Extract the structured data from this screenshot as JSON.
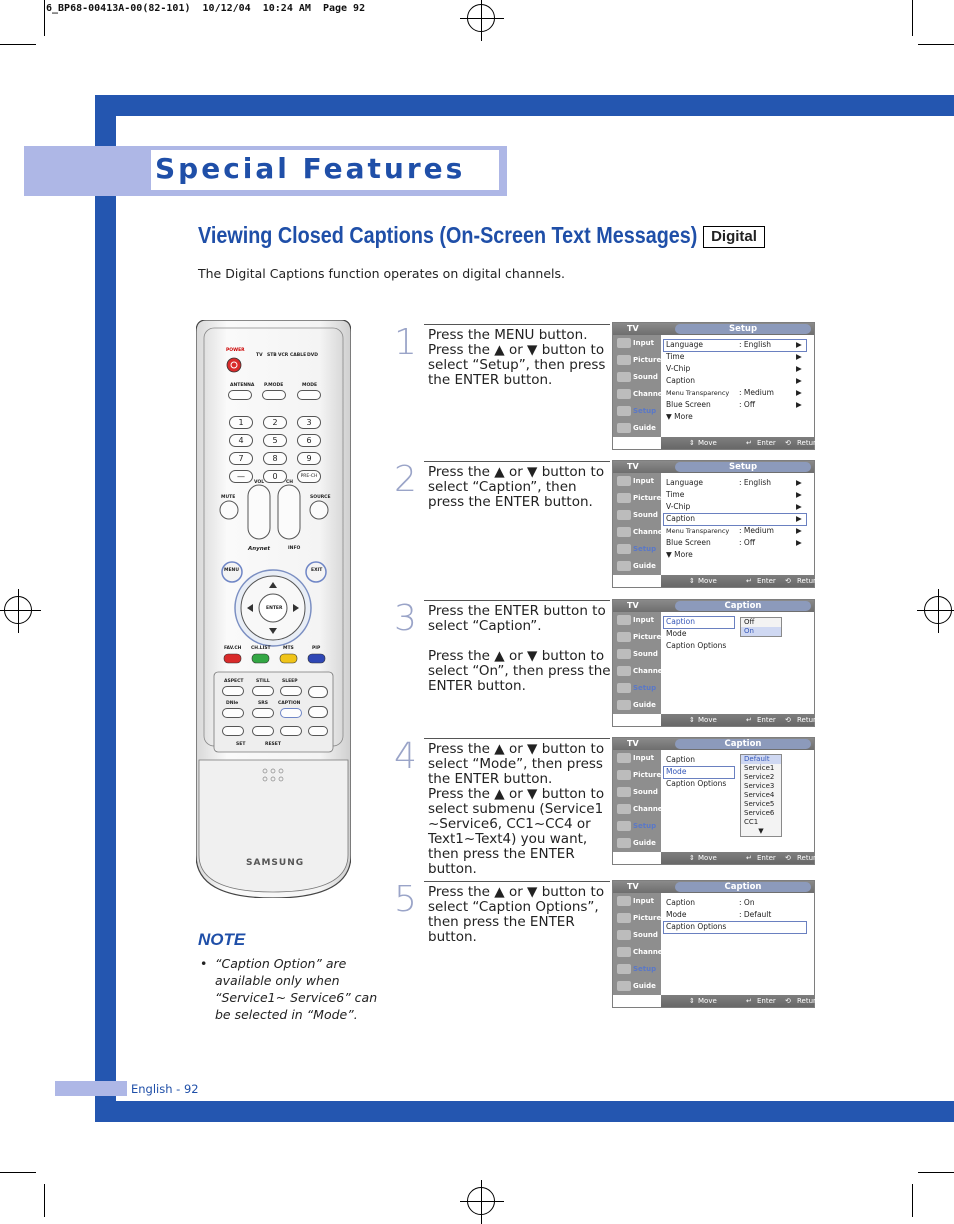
{
  "print_header": "6_BP68-00413A-00(82-101)  10/12/04  10:24 AM  Page 92",
  "section_title": "Special Features",
  "page_title": "Viewing Closed Captions (On-Screen Text Messages)",
  "badge": "Digital",
  "intro": "The Digital Captions function operates on digital channels.",
  "steps": [
    {
      "num": "1",
      "text": "Press the MENU button.\nPress the ▲ or ▼ button to select “Setup”, then press the ENTER button."
    },
    {
      "num": "2",
      "text": "Press the ▲ or ▼ button to select “Caption”, then press the ENTER button."
    },
    {
      "num": "3",
      "text": "Press the ENTER button to select “Caption”.\n\nPress the ▲ or ▼ button to select “On”, then press the ENTER button."
    },
    {
      "num": "4",
      "text": "Press the ▲ or ▼ button to select “Mode”, then press the ENTER button.\nPress the ▲ or ▼ button to select submenu (Service1 ~Service6, CC1~CC4 or Text1~Text4) you want, then press the ENTER button."
    },
    {
      "num": "5",
      "text": "Press the ▲ or ▼ button to select “Caption Options”, then press the ENTER button."
    }
  ],
  "note": {
    "title": "NOTE",
    "bullet": "•",
    "text": "“Caption Option” are available only when “Service1~ Service6” can be selected in “Mode”."
  },
  "osd": {
    "tv": "TV",
    "sidebar": [
      "Input",
      "Picture",
      "Sound",
      "Channel",
      "Setup",
      "Guide"
    ],
    "footer": {
      "move": "Move",
      "enter": "Enter",
      "return": "Return"
    },
    "screens": [
      {
        "title": "Setup",
        "rows": [
          {
            "label": "Language",
            "value": ": English",
            "arrow": "▶"
          },
          {
            "label": "Time",
            "value": "",
            "arrow": "▶"
          },
          {
            "label": "V-Chip",
            "value": "",
            "arrow": "▶"
          },
          {
            "label": "Caption",
            "value": "",
            "arrow": "▶"
          },
          {
            "label": "Menu Transparency",
            "value": ": Medium",
            "arrow": "▶"
          },
          {
            "label": "Blue Screen",
            "value": ": Off",
            "arrow": "▶"
          },
          {
            "label": "▼ More",
            "value": "",
            "arrow": ""
          }
        ]
      },
      {
        "title": "Setup",
        "rows": [
          {
            "label": "Language",
            "value": ": English",
            "arrow": "▶"
          },
          {
            "label": "Time",
            "value": "",
            "arrow": "▶"
          },
          {
            "label": "V-Chip",
            "value": "",
            "arrow": "▶"
          },
          {
            "label": "Caption",
            "value": "",
            "arrow": "▶"
          },
          {
            "label": "Menu Transparency",
            "value": ": Medium",
            "arrow": "▶"
          },
          {
            "label": "Blue Screen",
            "value": ": Off",
            "arrow": "▶"
          },
          {
            "label": "▼ More",
            "value": "",
            "arrow": ""
          }
        ]
      },
      {
        "title": "Caption",
        "rows": [
          {
            "label": "Caption",
            "value": "",
            "arrow": ""
          },
          {
            "label": "Mode",
            "value": "",
            "arrow": ""
          },
          {
            "label": "Caption Options",
            "value": "",
            "arrow": ""
          }
        ],
        "dropdown": [
          "Off",
          "On"
        ]
      },
      {
        "title": "Caption",
        "rows": [
          {
            "label": "Caption",
            "value": "",
            "arrow": ""
          },
          {
            "label": "Mode",
            "value": "",
            "arrow": ""
          },
          {
            "label": "Caption Options",
            "value": "",
            "arrow": ""
          }
        ],
        "dropdown": [
          "Default",
          "Service1",
          "Service2",
          "Service3",
          "Service4",
          "Service5",
          "Service6",
          "CC1",
          "▼"
        ]
      },
      {
        "title": "Caption",
        "rows": [
          {
            "label": "Caption",
            "value": ": On",
            "arrow": ""
          },
          {
            "label": "Mode",
            "value": ": Default",
            "arrow": ""
          },
          {
            "label": "Caption Options",
            "value": "",
            "arrow": ""
          }
        ]
      }
    ]
  },
  "remote": {
    "power": "POWER",
    "sources": [
      "TV",
      "STB",
      "VCR",
      "CABLE",
      "DVD"
    ],
    "row_modes": [
      "ANTENNA",
      "P.MODE",
      "MODE"
    ],
    "digits": [
      "1",
      "2",
      "3",
      "4",
      "5",
      "6",
      "7",
      "8",
      "9",
      "—",
      "0",
      "PRE-CH"
    ],
    "labels": {
      "vol": "VOL",
      "ch": "CH",
      "mute": "MUTE",
      "source": "SOURCE",
      "info": "INFO",
      "menu": "MENU",
      "exit": "EXIT",
      "enter": "ENTER",
      "anynet": "Anynet"
    },
    "color_buttons": [
      "FAV.CH",
      "CH.LIST",
      "MTS",
      "PIP"
    ],
    "lower_row1": [
      "ASPECT",
      "STILL",
      "SLEEP"
    ],
    "lower_row2": [
      "DNIe",
      "SRS",
      "CAPTION"
    ],
    "set": "SET",
    "reset": "RESET",
    "brand": "SAMSUNG"
  },
  "footer": "English - 92",
  "colors": {
    "brand_blue": "#2456b0",
    "tab_lavender": "#aeb7e6",
    "title_blue": "#1f4fa8"
  }
}
